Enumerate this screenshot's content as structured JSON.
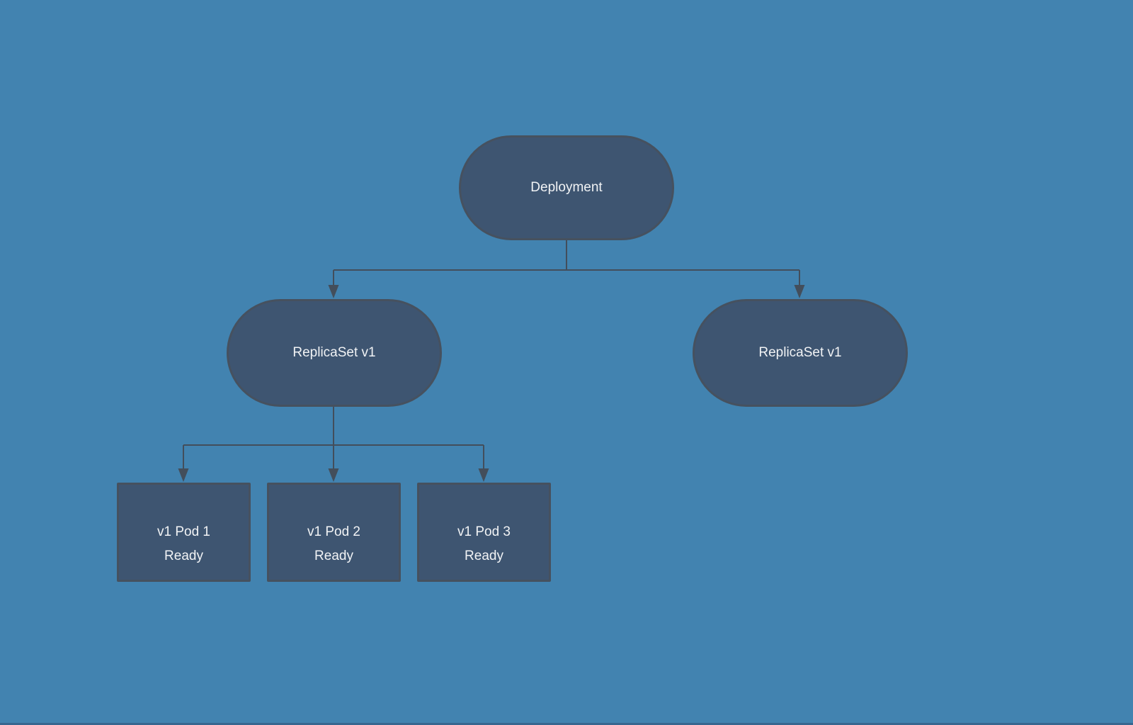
{
  "colors": {
    "background": "#4283b0",
    "shape_fill": "#3e5571",
    "shape_border": "#46515f",
    "connector": "#434e5b",
    "text": "#f1f3f5"
  },
  "diagram": {
    "nodes": {
      "deployment": {
        "label": "Deployment",
        "shape": "pill"
      },
      "replicaset_left": {
        "label": "ReplicaSet v1",
        "shape": "pill"
      },
      "replicaset_right": {
        "label": "ReplicaSet v1",
        "shape": "pill"
      },
      "pod_1": {
        "line1": "v1 Pod 1",
        "line2": "Ready",
        "shape": "rect"
      },
      "pod_2": {
        "line1": "v1 Pod 2",
        "line2": "Ready",
        "shape": "rect"
      },
      "pod_3": {
        "line1": "v1 Pod 3",
        "line2": "Ready",
        "shape": "rect"
      }
    },
    "edges": [
      {
        "from": "deployment",
        "to": "replicaset_left",
        "style": "arrow"
      },
      {
        "from": "deployment",
        "to": "replicaset_right",
        "style": "arrow"
      },
      {
        "from": "replicaset_left",
        "to": "pod_1",
        "style": "arrow"
      },
      {
        "from": "replicaset_left",
        "to": "pod_2",
        "style": "arrow"
      },
      {
        "from": "replicaset_left",
        "to": "pod_3",
        "style": "arrow"
      }
    ]
  }
}
